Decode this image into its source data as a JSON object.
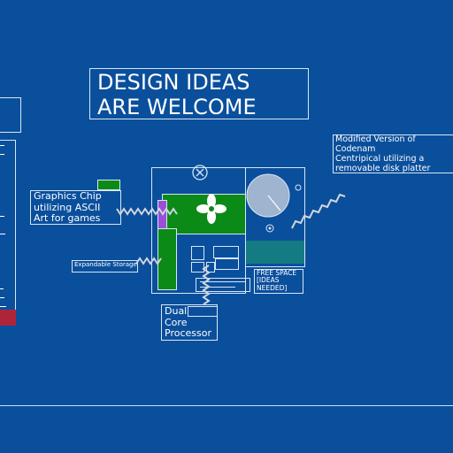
{
  "title": {
    "line1": "DESIGN IDEAS",
    "line2": "ARE WELCOME"
  },
  "callouts": {
    "graphics_chip": "Graphics Chip\nutilizing ASCII\nArt for games",
    "expandable_storage": "Expandable Storage",
    "dual_core": "Dual\nCore\nProcessor",
    "modified_version": "Modified Version of Codenam\nCentripical utilizing a\nremovable disk platter",
    "free_space": "FREE SPACE\n[IDEAS\nNEEDED]"
  },
  "colors": {
    "background": "#0a4f9c",
    "board_green": "#0b8a17",
    "chip_purple": "#9b4fd6",
    "teal_panel": "#15807f",
    "disk_gray": "#9fb4cf",
    "red_strip": "#b0243a",
    "line": "#d8e6f5"
  },
  "icons": [
    "fan-icon",
    "close-circle-icon",
    "spring-connector-icon",
    "disk-platter-icon"
  ]
}
